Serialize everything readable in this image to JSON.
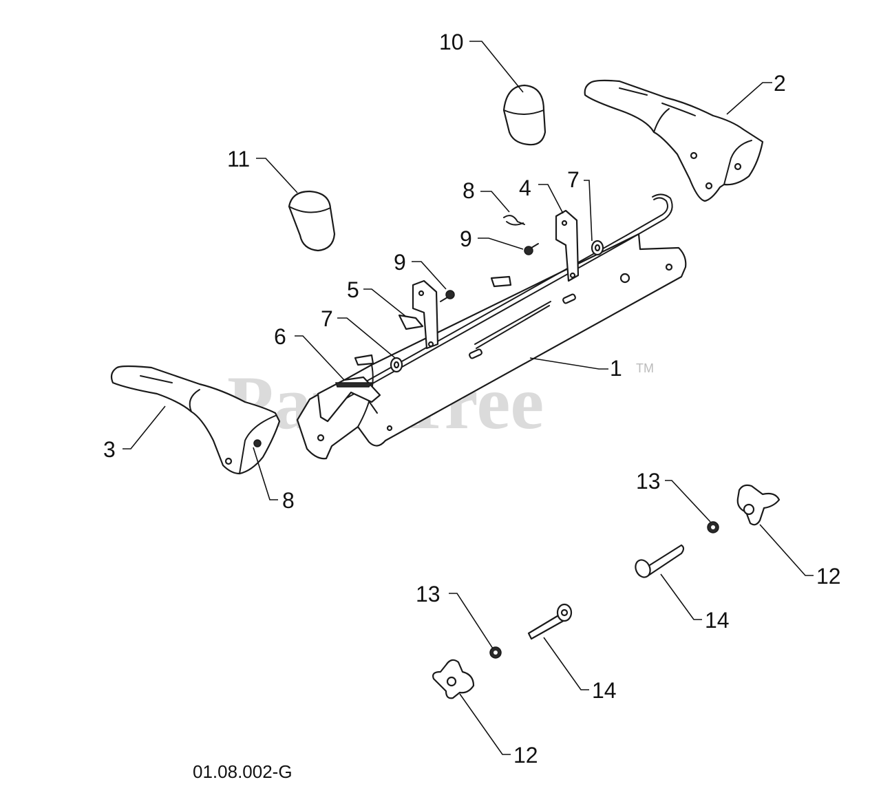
{
  "watermark": {
    "text": "PartsTree",
    "trademark": "TM"
  },
  "reference_code": "01.08.002-G",
  "callouts": {
    "c1": "1",
    "c2": "2",
    "c3": "3",
    "c4": "4",
    "c5": "5",
    "c6": "6",
    "c7a": "7",
    "c7b": "7",
    "c8a": "8",
    "c8b": "8",
    "c9a": "9",
    "c9b": "9",
    "c10": "10",
    "c11": "11",
    "c12a": "12",
    "c12b": "12",
    "c13a": "13",
    "c13b": "13",
    "c14a": "14",
    "c14b": "14"
  }
}
